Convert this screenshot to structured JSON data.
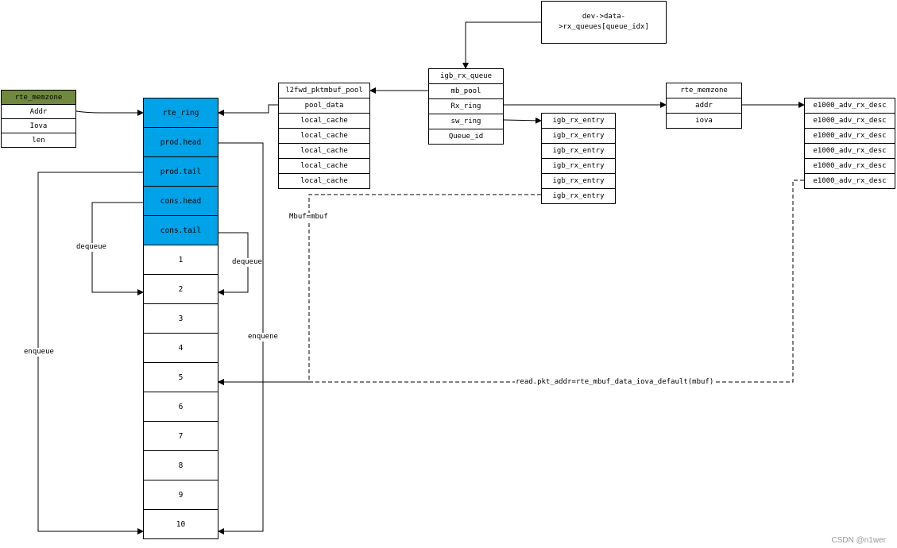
{
  "rte_memzone_left": {
    "title": "rte_memzone",
    "fields": [
      "Addr",
      "Iova",
      "len"
    ]
  },
  "ring": {
    "header": [
      "rte_ring",
      "prod.head",
      "prod.tail",
      "cons.head",
      "cons.tail"
    ],
    "slots": [
      "1",
      "2",
      "3",
      "4",
      "5",
      "6",
      "7",
      "8",
      "9",
      "10"
    ]
  },
  "pktmbuf_pool": {
    "title": "l2fwd_pktmbuf_pool",
    "fields": [
      "pool_data",
      "local_cache",
      "local_cache",
      "local_cache",
      "local_cache",
      "local_cache"
    ]
  },
  "igb_rx_queue": {
    "title": "igb_rx_queue",
    "fields": [
      "mb_pool",
      "Rx_ring",
      "sw_ring",
      "Queue_id"
    ]
  },
  "dev_box": {
    "line1": "dev->data-",
    "line2": ">rx_queues[queue_idx]"
  },
  "igb_rx_entry": {
    "items": [
      "igb_rx_entry",
      "igb_rx_entry",
      "igb_rx_entry",
      "igb_rx_entry",
      "igb_rx_entry",
      "igb_rx_entry"
    ]
  },
  "rte_memzone_right": {
    "title": "rte_memzone",
    "fields": [
      "addr",
      "iova"
    ]
  },
  "e1000_desc": {
    "items": [
      "e1000_adv_rx_desc",
      "e1000_adv_rx_desc",
      "e1000_adv_rx_desc",
      "e1000_adv_rx_desc",
      "e1000_adv_rx_desc",
      "e1000_adv_rx_desc"
    ]
  },
  "labels": {
    "dequeue_left": "dequeue",
    "dequeue_right": "dequeue",
    "enqueue": "enqueue",
    "enquene": "enquene",
    "mbuf_assign": "Mbuf=mbuf",
    "read_pkt": "read.pkt_addr=rte_mbuf_data_iova_default(mbuf)"
  },
  "watermark": "CSDN @n1wer",
  "colors": {
    "ring_header": "#00a2e8",
    "memzone_title": "#70893e"
  }
}
